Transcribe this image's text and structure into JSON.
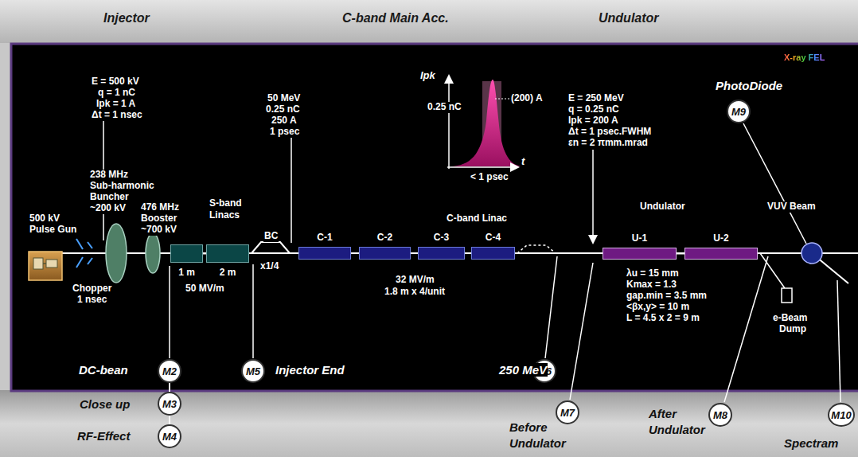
{
  "diagram": {
    "nodes": [
      {
        "text": [
          "1 m"
        ]
      },
      {
        "text": [
          "2 m"
        ]
      },
      {
        "text": [
          "C-1"
        ]
      },
      {
        "text": [
          "C-2"
        ]
      },
      {
        "text": [
          "C-3"
        ]
      },
      {
        "text": [
          "C-4"
        ]
      },
      {
        "text": [
          "U-1"
        ]
      },
      {
        "text": [
          "U-2"
        ]
      },
      {
        "text": [
          "M9"
        ]
      },
      {
        "text": [
          "M2"
        ]
      },
      {
        "text": [
          "M5"
        ]
      },
      {
        "text": [
          "M6"
        ]
      },
      {
        "text": [
          "M7"
        ]
      },
      {
        "text": [
          "M8"
        ]
      },
      {
        "text": [
          "M10"
        ]
      },
      {
        "text": [
          "M3"
        ]
      },
      {
        "text": [
          "M4"
        ]
      }
    ],
    "edges": [
      {
        "from": 0,
        "to": 1,
        "arrow": "none"
      },
      {
        "from": 2,
        "to": 3,
        "arrow": "none"
      },
      {
        "from": 3,
        "to": 4,
        "arrow": "none"
      },
      {
        "from": 4,
        "to": 5,
        "arrow": "none"
      },
      {
        "from": 6,
        "to": 7,
        "arrow": "none"
      },
      {
        "from": 9,
        "to": 15,
        "arrow": "none"
      },
      {
        "from": 15,
        "to": 16,
        "arrow": "none"
      }
    ],
    "labels": [
      "Injector",
      "C-band Main Acc.",
      "Undulator",
      "X-ray FEL",
      "E = 500 kV",
      "q = 1 nC",
      "Ipk = 1 A",
      "Δt = 1 nsec",
      "238 MHz",
      "Sub-harmonic",
      "Buncher",
      "~200 kV",
      "476 MHz",
      "Booster",
      "~700 kV",
      "500 kV",
      "Pulse Gun",
      "S-band",
      "Linacs",
      "Chopper",
      "1 nsec",
      "50 MV/m",
      "BC",
      "x1/4",
      "50 MeV",
      "0.25 nC",
      "250 A",
      "1 psec",
      "Ipk",
      "0.25 nC",
      "(200) A",
      "< 1 psec",
      "t",
      "C-band Linac",
      "32 MV/m",
      "1.8 m x 4/unit",
      "E = 250 MeV",
      "q = 0.25 nC",
      "Ipk = 200 A",
      "Δt = 1 psec.FWHM",
      "εn = 2 πmm.mrad",
      "Undulator",
      "VUV Beam",
      "λu = 15 mm",
      "Kmax = 1.3",
      "gap.min = 3.5 mm",
      "<βx,y> = 10 m",
      "L = 4.5 x 2 = 9 m",
      "e-Beam",
      "Dump",
      "PhotoDiode",
      "DC-bean",
      "Close up",
      "RF-Effect",
      "Injector End",
      "250 MeV",
      "Before",
      "Undulator",
      "After",
      "Undulator",
      "Spectram"
    ]
  }
}
